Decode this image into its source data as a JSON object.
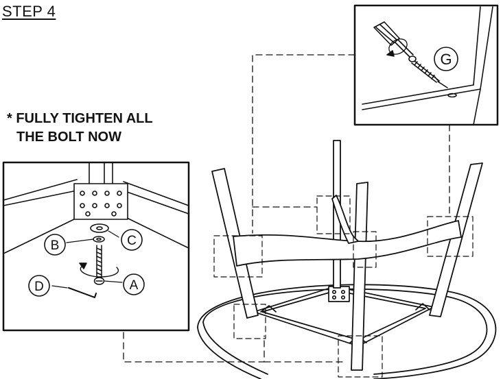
{
  "step": {
    "title": "STEP 4"
  },
  "note": {
    "line1": "* FULLY TIGHTEN ALL",
    "line2": "THE BOLT NOW"
  },
  "parts": {
    "a": "A",
    "b": "B",
    "c": "C",
    "d": "D",
    "g": "G"
  }
}
